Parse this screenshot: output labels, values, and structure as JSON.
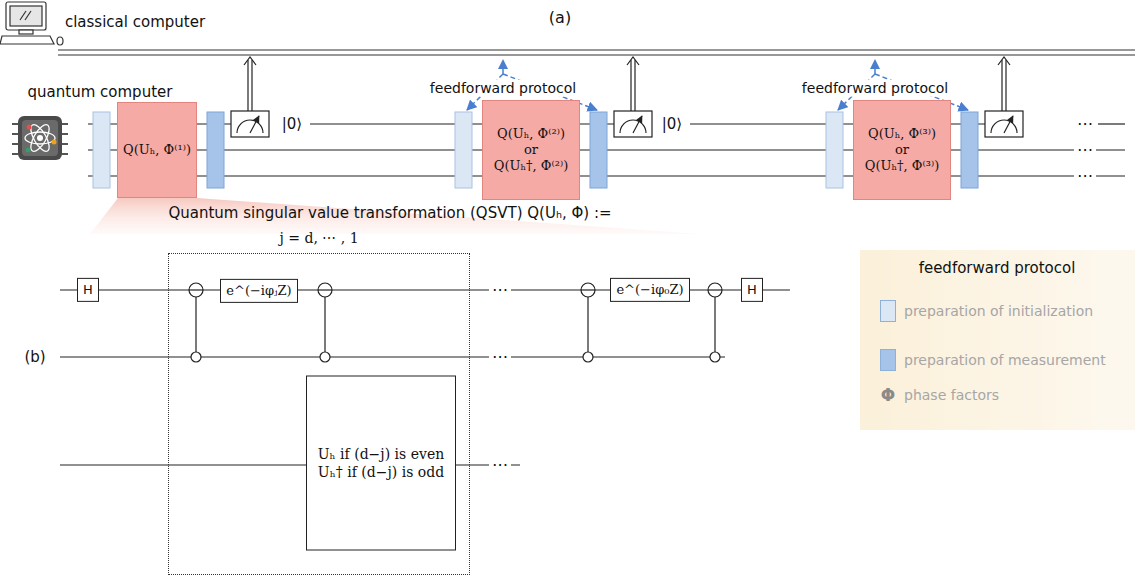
{
  "diagram": {
    "nodes": [
      {
        "text": [
          "Q(Uₕ, Φ⁽¹⁾)"
        ]
      },
      {
        "text": [
          "Q(Uₕ, Φ⁽²⁾)",
          "or",
          "Q(Uₕ†, Φ⁽²⁾)"
        ]
      },
      {
        "text": [
          "Q(Uₕ, Φ⁽³⁾)",
          "or",
          "Q(Uₕ†, Φ⁽³⁾)"
        ]
      },
      {
        "text": [
          "H"
        ]
      },
      {
        "text": [
          "j = d, ⋯ , 1"
        ]
      },
      {
        "text": [
          "e^(−iφⱼZ)"
        ],
        "in": 4
      },
      {
        "text": [
          "Uₕ if (d−j) is even",
          "Uₕ† if (d−j) is odd"
        ],
        "in": 4
      },
      {
        "text": [
          "e^(−iφ₀Z)"
        ]
      },
      {
        "text": [
          "H"
        ]
      }
    ],
    "labels": [
      "(a)",
      "classical computer",
      "quantum computer",
      "feedforward protocol",
      "|0⟩",
      "feedforward protocol",
      "|0⟩",
      "⋯",
      "⋯",
      "⋯",
      "Quantum singular value transformation (QSVT) Q(Uₕ, Φ) :=",
      "(b)",
      "⋯",
      "⋯",
      "⋯",
      "feedforward protocol",
      "Φ"
    ],
    "legend": [
      {
        "text": "preparation of initialization",
        "color": "#dce7f5"
      },
      {
        "text": "preparation of measurement",
        "color": "#a6c4ea"
      },
      {
        "text": "phase factors"
      }
    ]
  }
}
